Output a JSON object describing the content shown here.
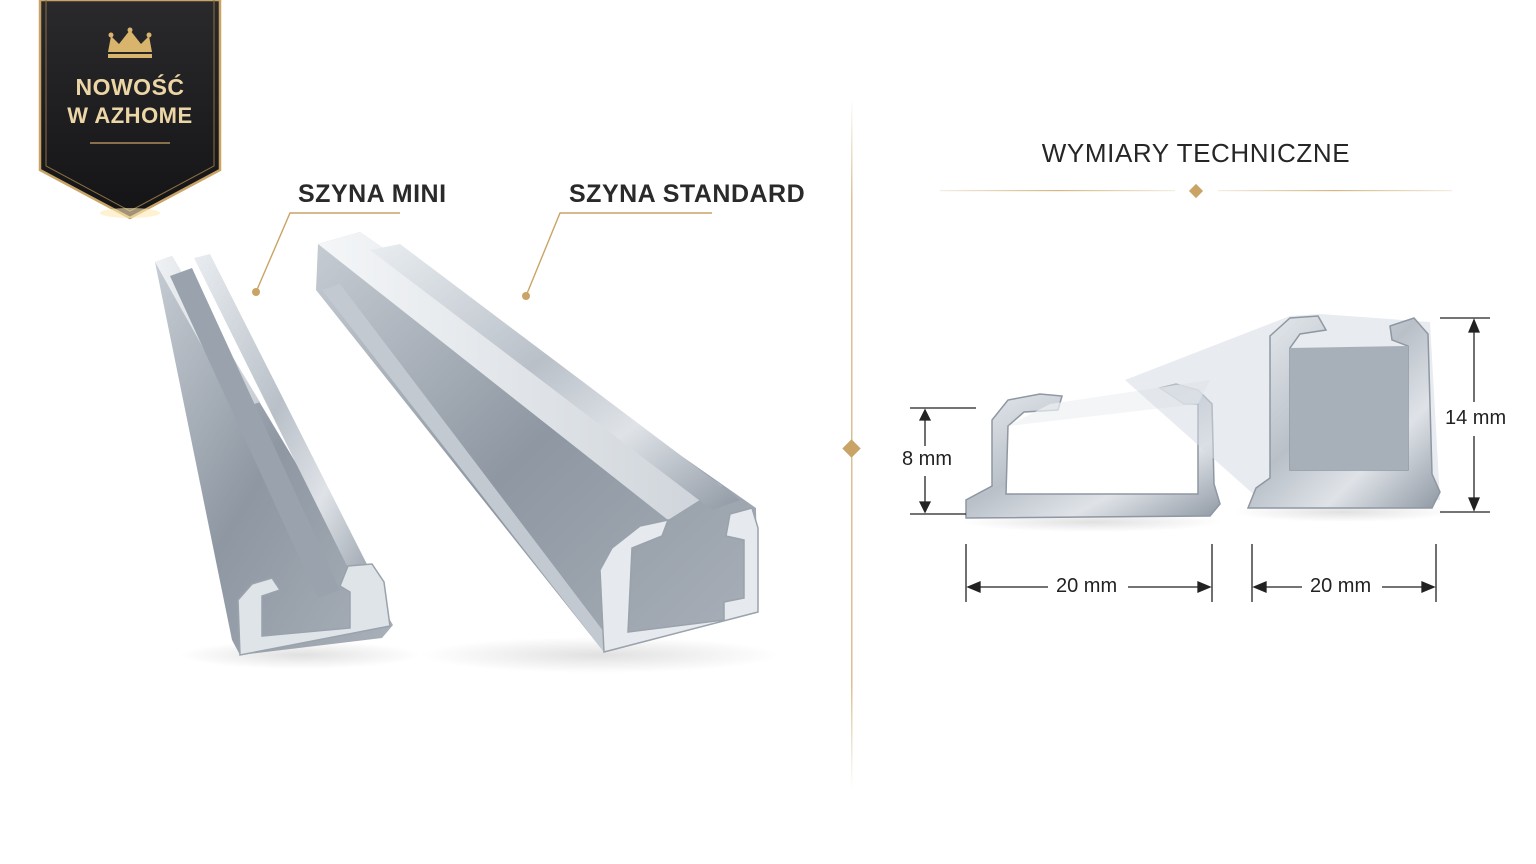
{
  "badge": {
    "line1": "NOWOŚĆ",
    "line2": "W AZHOME"
  },
  "products": {
    "mini": {
      "label": "SZYNA MINI"
    },
    "standard": {
      "label": "SZYNA STANDARD"
    }
  },
  "technical": {
    "title": "WYMIARY TECHNICZNE",
    "height_mini": "8 mm",
    "height_standard": "14 mm",
    "width_mini": "20 mm",
    "width_standard": "20 mm"
  },
  "colors": {
    "gold": "#c9a466",
    "badge_dark": "#1c1c1e",
    "aluminium": "#b8bec6",
    "text": "#2a2a2a"
  },
  "icons": [
    "crown-icon",
    "diamond-icon"
  ]
}
